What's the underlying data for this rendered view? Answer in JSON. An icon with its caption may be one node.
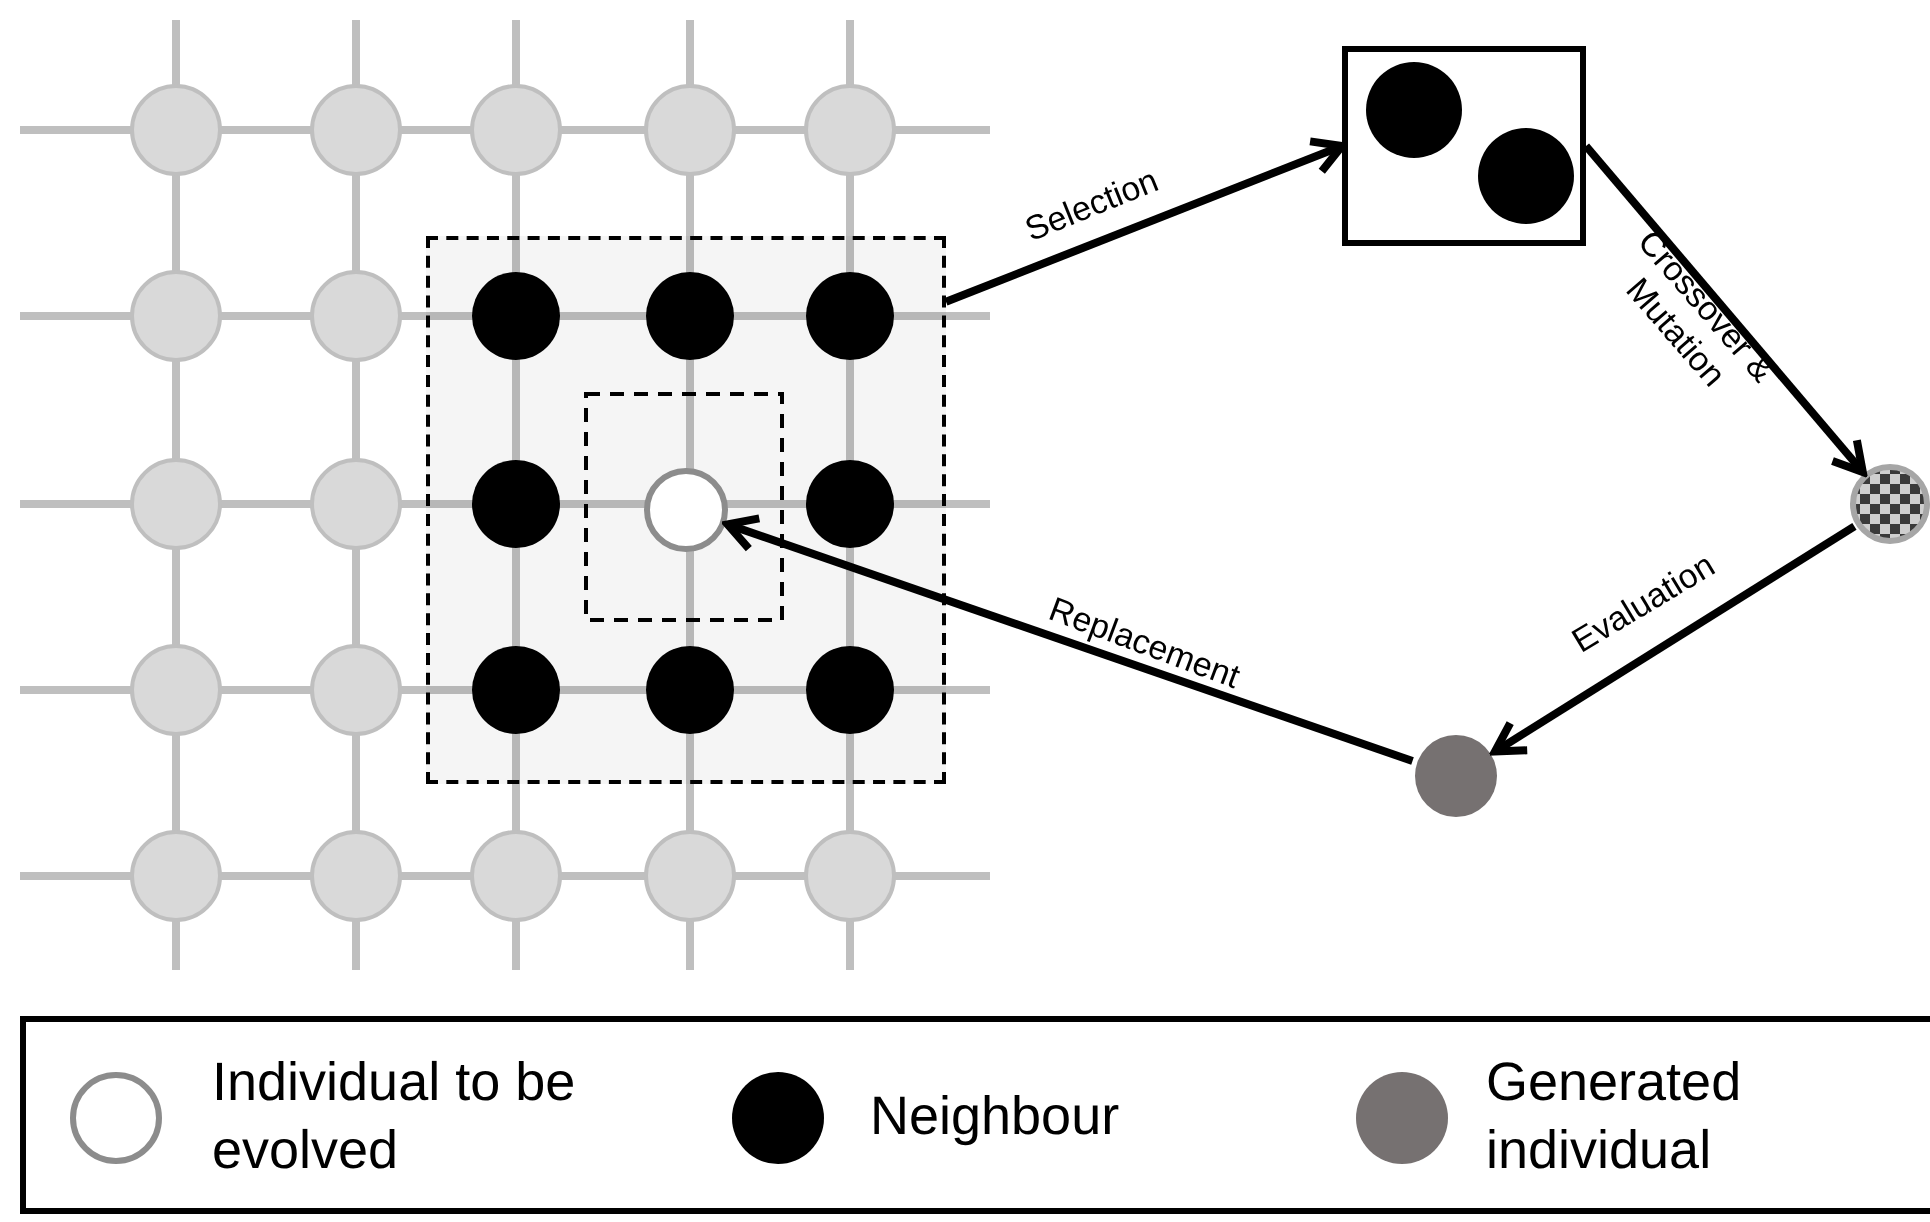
{
  "diagram": {
    "nodes": [
      {
        "text": [],
        "shape": "box"
      },
      {
        "text": [],
        "shape": "circle",
        "in": 0
      },
      {
        "text": [],
        "shape": "box"
      },
      {
        "text": [],
        "shape": "circle"
      },
      {
        "text": [],
        "shape": "circle"
      }
    ],
    "edges": [
      {
        "from": 0,
        "to": 2,
        "arrow": "to",
        "label": "Selection"
      },
      {
        "from": 2,
        "to": 3,
        "arrow": "to",
        "label": "Crossover & Mutation"
      },
      {
        "from": 3,
        "to": 4,
        "arrow": "to",
        "label": "Evaluation"
      },
      {
        "from": 4,
        "to": 1,
        "arrow": "to",
        "label": "Replacement"
      }
    ],
    "legend": [
      {
        "text": "Individual to be evolved",
        "color": "#ffffff"
      },
      {
        "text": "Neighbour",
        "color": "#000000"
      },
      {
        "text": "Generated individual",
        "color": "#767171"
      }
    ]
  }
}
